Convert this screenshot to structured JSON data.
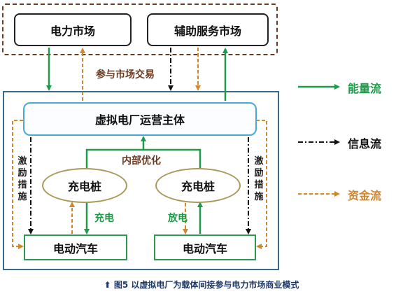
{
  "nodes": {
    "power_market": "电力市场",
    "ancillary_market": "辅助服务市场",
    "vpp_operator": "虚拟电厂运营主体",
    "pile_left": "充电桩",
    "pile_right": "充电桩",
    "ev_left": "电动汽车",
    "ev_right": "电动汽车"
  },
  "labels": {
    "participate": "参与市场交易",
    "internal_opt": "内部优化",
    "charge": "充电",
    "discharge": "放电",
    "incentive_left": "激励措施",
    "incentive_right": "激励措施"
  },
  "legend": {
    "energy": "能量流",
    "info": "信息流",
    "money": "资金流"
  },
  "caption": "图5 以虚拟电厂为载体间接参与电力市场商业模式",
  "colors": {
    "energy": "#1f9a4a",
    "info": "#111111",
    "money": "#d2862c",
    "frame": "#3a6a8a",
    "market_frame": "#6b3a1f",
    "vpp_border": "#4aa8d8",
    "pile_border": "#a89a5a"
  }
}
